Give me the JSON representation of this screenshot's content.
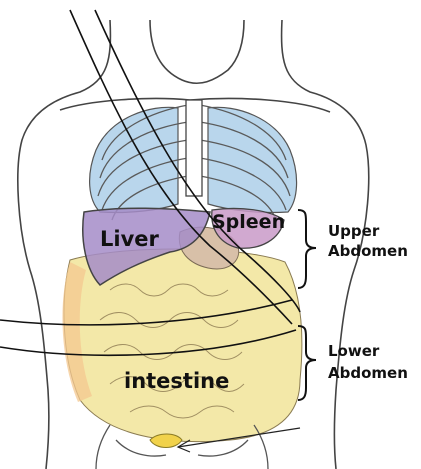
{
  "organs": {
    "liver": {
      "label": "Liver",
      "color": "#a58cc8"
    },
    "spleen": {
      "label": "Spleen",
      "color": "#c99ac8"
    },
    "intestine": {
      "label": "intestine",
      "color": "#f3e8a8"
    }
  },
  "regions": {
    "upper": {
      "line1": "Upper",
      "line2": "Abdomen"
    },
    "lower": {
      "line1": "Lower",
      "line2": "Abdomen"
    }
  },
  "colors": {
    "lung": "#b9d6ec",
    "colon": "#f4c890",
    "outline": "#3a3a3a"
  }
}
